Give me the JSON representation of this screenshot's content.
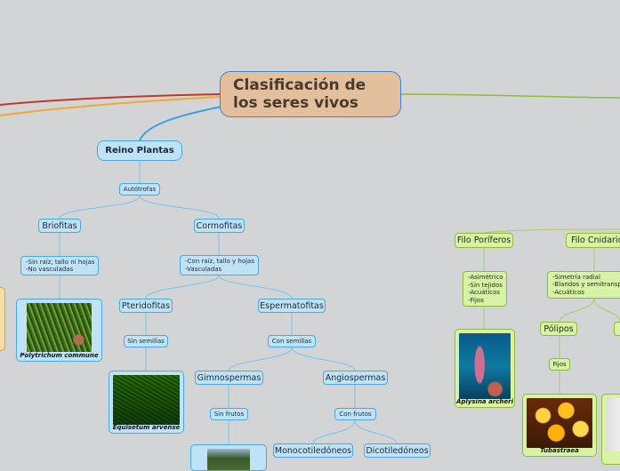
{
  "root": {
    "title_line1": "Clasificación de",
    "title_line2": "los seres vivos"
  },
  "plantas": {
    "reino": "Reino Plantas",
    "autotrofas": "Autótrofas",
    "briofitas": "Briofitas",
    "briofitas_desc": [
      "-Sin raíz, tallo ni hojas",
      "-No vasculadas"
    ],
    "briofitas_example": "Polytrichum commune",
    "cormofitas": "Cormofitas",
    "cormofitas_desc": [
      "-Con raíz, tallo y hojas",
      "-Vasculadas"
    ],
    "pteridofitas": "Pteridofitas",
    "sin_semillas": "Sin semillas",
    "pteridofitas_example": "Equisetum arvense",
    "espermatofitas": "Espermatofitas",
    "con_semillas": "Con semillas",
    "gimnospermas": "Gimnospermas",
    "sin_frutos": "Sin frutos",
    "angiospermas": "Angiospermas",
    "con_frutos": "Con frutos",
    "monocotiledoneos": "Monocotiledóneos",
    "dicotiledoneos": "Dicotiledóneos"
  },
  "animales": {
    "poriferos": "Filo Poríferos",
    "poriferos_desc": [
      "-Asimétrico",
      "-Sin tejidos",
      "-Acuáticos",
      "-Fijos"
    ],
    "poriferos_example": "Aplysina archeri",
    "cnidarios": "Filo Cnidarios",
    "cnidarios_desc": [
      "-Simetría radial",
      "-Blandos y semitransparentes",
      "-Acuáticos"
    ],
    "polipos": "Pólipos",
    "fijos": "Fijos",
    "polipos_example": "Tubastraea"
  },
  "colors": {
    "background": "#d3d4d6",
    "root_fill": "#e2c09e",
    "blue_node": "#bfe2f6",
    "green_node": "#d8f3a8",
    "line_blue": "#3aa0e0",
    "line_green": "#8cbc3a",
    "line_red": "#c0392b",
    "line_orange": "#f0a830"
  }
}
